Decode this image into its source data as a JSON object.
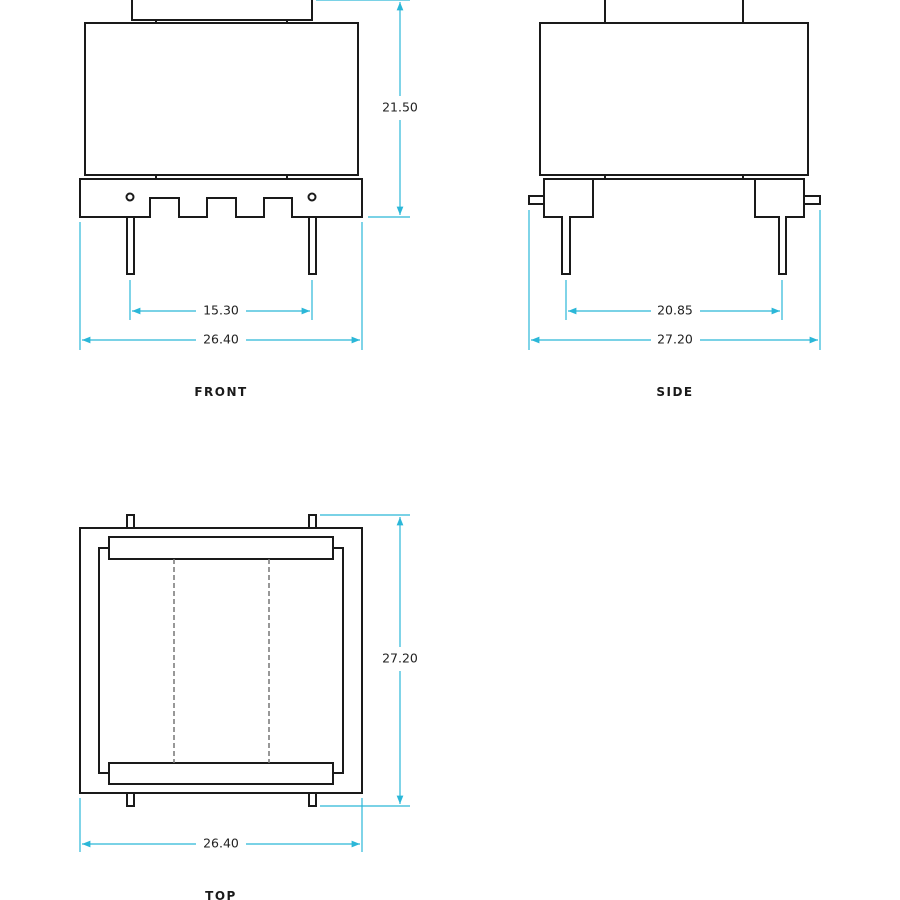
{
  "views": {
    "front": {
      "label": "FRONT",
      "height_dim": "21.50",
      "pin_pitch_dim": "15.30",
      "width_dim": "26.40"
    },
    "side": {
      "label": "SIDE",
      "pin_pitch_dim": "20.85",
      "width_dim": "27.20"
    },
    "top": {
      "label": "TOP",
      "depth_dim": "27.20",
      "width_dim": "26.40"
    }
  },
  "colors": {
    "outline": "#1a1a1a",
    "dimension": "#2bb7d8",
    "hidden_line": "#777777"
  }
}
